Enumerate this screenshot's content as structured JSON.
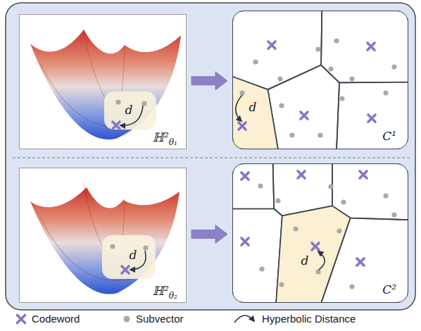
{
  "diagram": {
    "nodes": [
      {
        "text": [
          "ℍ²θ₁"
        ]
      },
      {
        "text": [
          "C¹"
        ]
      },
      {
        "text": [
          "ℍ²θ₂"
        ]
      },
      {
        "text": [
          "C²"
        ]
      }
    ],
    "edges": [
      {
        "from": 0,
        "to": 1,
        "arrow": "to"
      },
      {
        "from": 2,
        "to": 3,
        "arrow": "to"
      }
    ],
    "labels": [
      "d",
      "d",
      "d",
      "d"
    ],
    "legend": [
      {
        "text": "Codeword"
      },
      {
        "text": "Subvector"
      },
      {
        "text": "Hyperbolic Distance"
      }
    ]
  }
}
